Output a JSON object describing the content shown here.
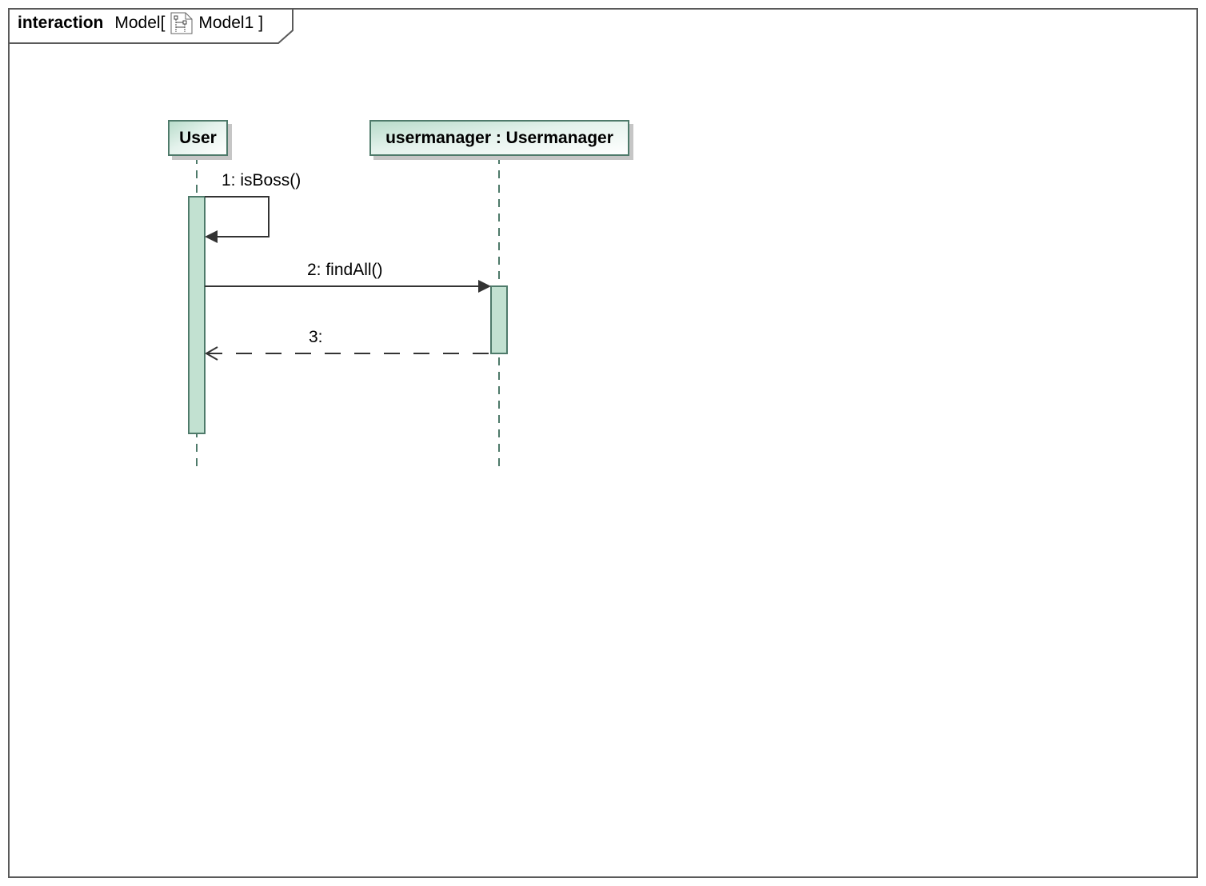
{
  "frame": {
    "keyword": "interaction",
    "name_prefix": "Model",
    "bracket_open": "[",
    "diagram_name": "Model1",
    "bracket_close": "]",
    "icon": "sequence-diagram-icon"
  },
  "lifelines": [
    {
      "id": "user",
      "label": "User"
    },
    {
      "id": "usermanager",
      "label": "usermanager : Usermanager"
    }
  ],
  "messages": [
    {
      "label": "1: isBoss()",
      "from": "User",
      "to": "User",
      "kind": "synchronous-self-call"
    },
    {
      "label": "2: findAll()",
      "from": "User",
      "to": "usermanager : Usermanager",
      "kind": "synchronous-call"
    },
    {
      "label": "3:",
      "from": "usermanager : Usermanager",
      "to": "User",
      "kind": "reply"
    }
  ],
  "colors": {
    "frame_border": "#5a5a5a",
    "lifeline_border": "#4e7a6a",
    "activation_fill": "#c2e1d1",
    "arrow": "#333333"
  }
}
